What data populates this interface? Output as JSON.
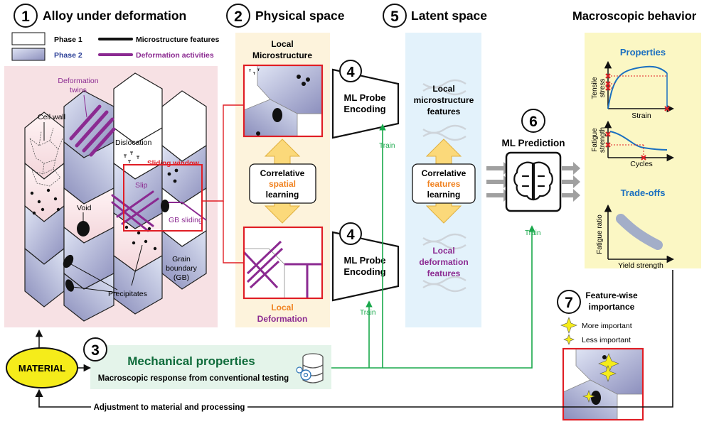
{
  "sections": {
    "alloy": {
      "num": "1",
      "title": "Alloy under deformation"
    },
    "physical": {
      "num": "2",
      "title": "Physical space"
    },
    "mechanical": {
      "num": "3",
      "title": "Mechanical properties",
      "subtitle": "Macroscopic response from conventional testing"
    },
    "latent": {
      "num": "5",
      "title": "Latent space"
    },
    "macro": {
      "title": "Macroscopic behavior"
    },
    "ml_prediction": {
      "num": "6",
      "title": "ML Prediction"
    },
    "feature_importance": {
      "num": "7",
      "title_line1": "Feature-wise",
      "title_line2": "importance"
    }
  },
  "legend": {
    "phase1": "Phase 1",
    "phase2": "Phase 2",
    "micro": "Microstructure features",
    "deform": "Deformation activities"
  },
  "alloy_labels": {
    "twins_line1": "Deformation",
    "twins_line2": "twins",
    "cell_wall": "Cell wall",
    "dislocation": "Dislocation",
    "sliding_window": "Sliding window",
    "slip": "Slip",
    "void": "Void",
    "gb_sliding": "GB sliding",
    "precipitates": "Precipitates",
    "grain_line1": "Grain",
    "grain_line2": "boundary",
    "grain_line3": "(GB)"
  },
  "physical_labels": {
    "local_micro_line1": "Local",
    "local_micro_line2": "Microstructure",
    "corr_line1": "Correlative",
    "corr_line2": "spatial",
    "corr_line3": "learning",
    "local_def_line1": "Local",
    "local_def_line2": "Deformation"
  },
  "probe": {
    "num": "4",
    "line1": "ML Probe",
    "line2": "Encoding",
    "train": "Train"
  },
  "latent_labels": {
    "micro_line1": "Local",
    "micro_line2": "microstructure",
    "micro_line3": "features",
    "corr_line1": "Correlative",
    "corr_line2": "features",
    "corr_line3": "learning",
    "def_line1": "Local",
    "def_line2": "deformation",
    "def_line3": "features"
  },
  "macro_labels": {
    "properties": "Properties",
    "tensile_line1": "Tensile",
    "tensile_line2": "stress",
    "strain": "Strain",
    "fatigue_line1": "Fatigue",
    "fatigue_line2": "strength",
    "cycles": "Cycles",
    "tradeoffs": "Trade-offs",
    "fatigue_ratio": "Fatigue ratio",
    "yield": "Yield strength"
  },
  "importance": {
    "more": "More important",
    "less": "Less   important"
  },
  "material": "MATERIAL",
  "adjustment": "Adjustment to material and processing",
  "colors": {
    "alloy_bg": "#f7e1e4",
    "physical_bg": "#fdf3dc",
    "latent_bg": "#e3f2fb",
    "macro_bg": "#fbf7c4",
    "mech_bg": "#e4f4ea",
    "phase2_dark": "#8c8fbd",
    "phase2_light": "#dfe4f4",
    "purple": "#8b2a91",
    "red": "#e01e25",
    "green": "#19a84b",
    "blue": "#1a6fc0",
    "yellow": "#f5ec1a",
    "orange": "#f08220",
    "arrow_yellow": "#fbd97a"
  }
}
